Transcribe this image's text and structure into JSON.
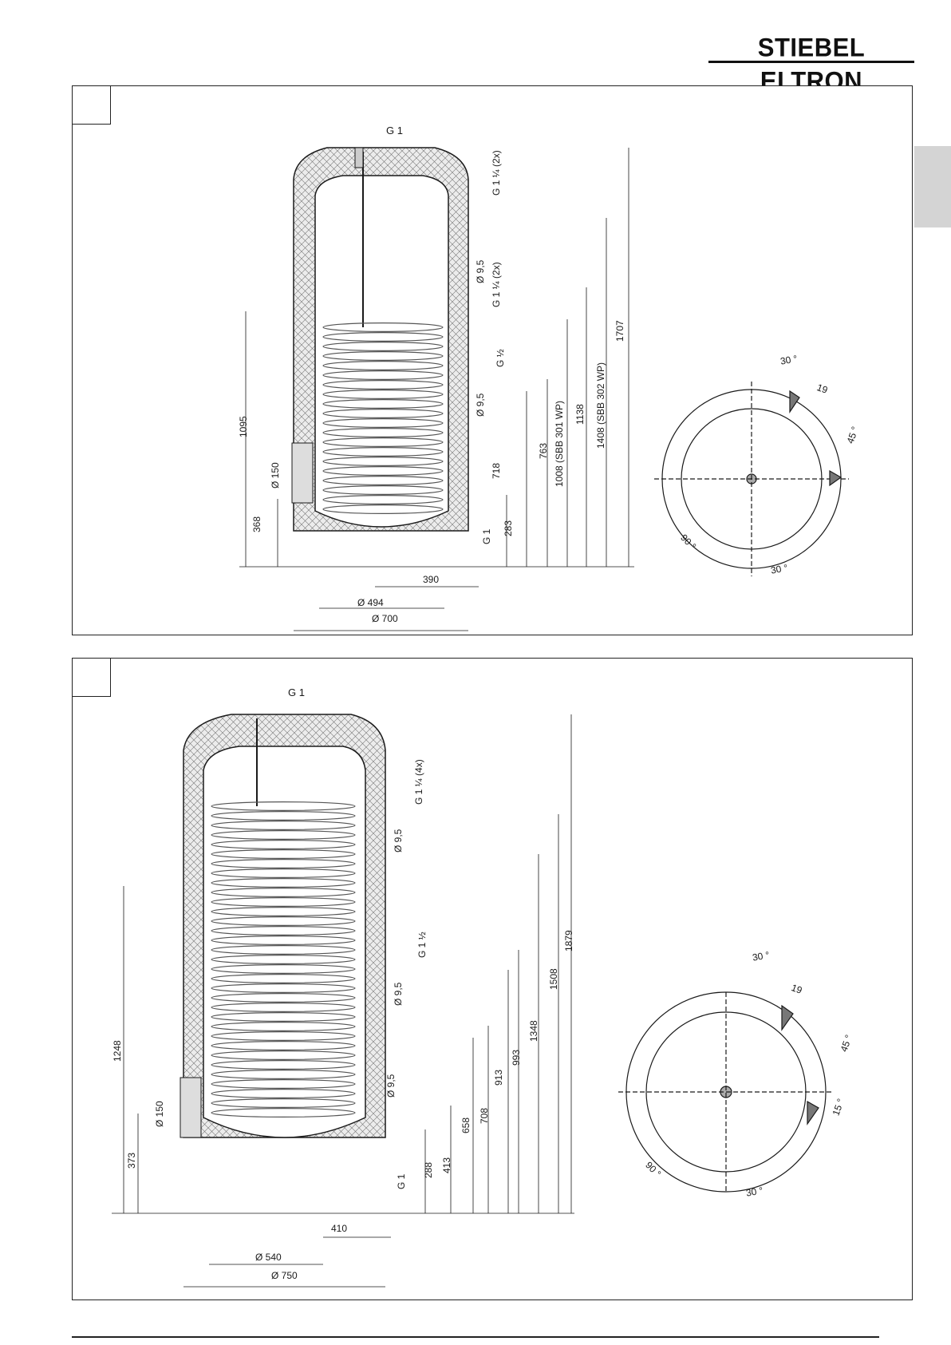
{
  "brand": {
    "logo_text": "STIEBEL ELTRON"
  },
  "figure1": {
    "panel_number": "",
    "top_connection": "G 1",
    "side_connections": [
      {
        "label": "G 1 ¼",
        "count": "(2x)"
      },
      {
        "label": "Ø 9,5"
      },
      {
        "label": "G 1 ¼",
        "count": "(2x)"
      },
      {
        "label": "G ½"
      },
      {
        "label": "Ø 9,5"
      }
    ],
    "bottom_connection": "G 1",
    "flange": "Ø 150",
    "vertical_dims": [
      "368",
      "1095",
      "283",
      "718",
      "763",
      "1008 (SBB 301 WP)",
      "1138",
      "1408 (SBB 302 WP)",
      "1707"
    ],
    "horizontal_dims": [
      "390",
      "Ø 494",
      "Ø 700"
    ],
    "top_view_angles": [
      "30 °",
      "19",
      "45 °",
      "90 °",
      "30 °"
    ]
  },
  "figure2": {
    "panel_number": "",
    "top_connection": "G 1",
    "side_connections": [
      {
        "label": "G 1 ¼",
        "count": "(4x)"
      },
      {
        "label": "Ø 9,5"
      },
      {
        "label": "G 1 ½"
      },
      {
        "label": "Ø 9,5"
      },
      {
        "label": "Ø 9,5"
      }
    ],
    "bottom_connection": "G 1",
    "flange": "Ø 150",
    "vertical_dims": [
      "373",
      "1248",
      "288",
      "413",
      "658",
      "708",
      "913",
      "993",
      "1348",
      "1508",
      "1879"
    ],
    "horizontal_dims": [
      "410",
      "Ø 540",
      "Ø 750"
    ],
    "top_view_angles": [
      "30 °",
      "19",
      "45 °",
      "15 °",
      "90 °",
      "30 °"
    ]
  },
  "colors": {
    "line": "#1a1a1a",
    "insulation_fill": "#e6e6e6",
    "tab": "#d4d4d4"
  }
}
